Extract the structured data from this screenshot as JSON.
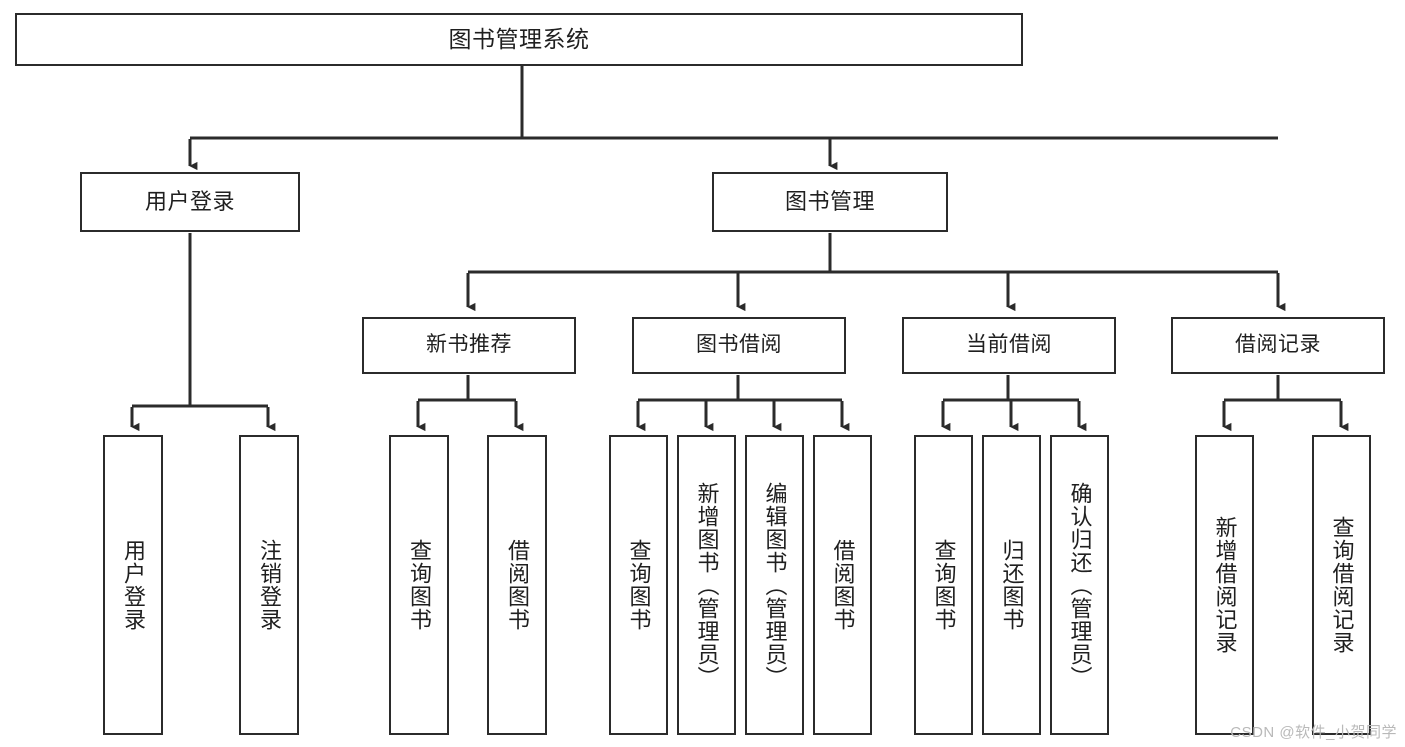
{
  "diagram": {
    "title": "图书管理系统",
    "type": "tree-hierarchy-chart",
    "colors": {
      "node_border": "#2b2b2b",
      "node_fill": "#ffffff",
      "connector": "#2b2b2b",
      "text": "#1f1f1f",
      "watermark": "#b9b9b9",
      "background": "#ffffff"
    },
    "root": {
      "label": "图书管理系统"
    },
    "level1": [
      {
        "label": "用户登录"
      },
      {
        "label": "图书管理"
      }
    ],
    "level2": [
      {
        "label": "新书推荐"
      },
      {
        "label": "图书借阅"
      },
      {
        "label": "当前借阅"
      },
      {
        "label": "借阅记录"
      }
    ],
    "leaves": {
      "user_login": [
        {
          "label": "用户登录"
        },
        {
          "label": "注销登录"
        }
      ],
      "new_book_recommend": [
        {
          "label": "查询图书"
        },
        {
          "label": "借阅图书"
        }
      ],
      "book_borrow": [
        {
          "label": "查询图书"
        },
        {
          "label": "新增图书（管理员）"
        },
        {
          "label": "编辑图书（管理员）"
        },
        {
          "label": "借阅图书"
        }
      ],
      "current_borrow": [
        {
          "label": "查询图书"
        },
        {
          "label": "归还图书"
        },
        {
          "label": "确认归还（管理员）"
        }
      ],
      "borrow_record": [
        {
          "label": "新增借阅记录"
        },
        {
          "label": "查询借阅记录"
        }
      ]
    }
  },
  "watermark": {
    "text": "CSDN @软件_小贺同学"
  }
}
